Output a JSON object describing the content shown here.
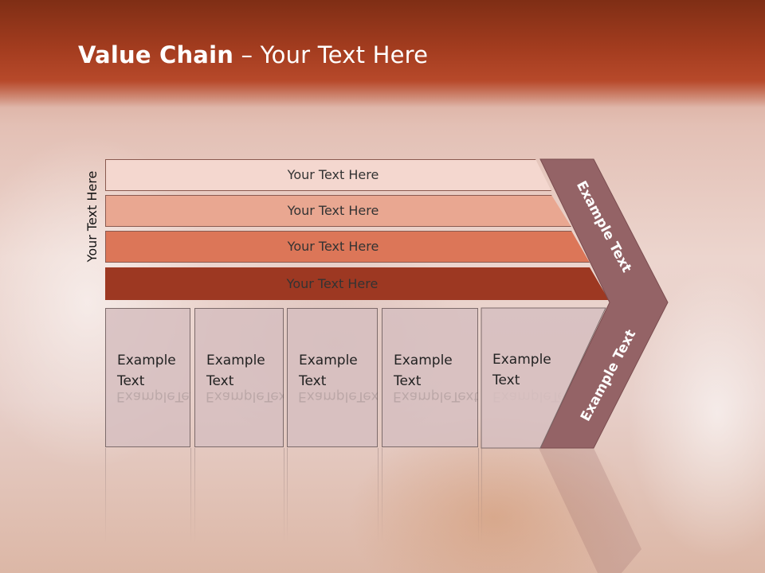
{
  "slide": {
    "title_bold": "Value Chain",
    "title_rest": " – Your Text Here",
    "side_label": "Your Text Here"
  },
  "bars": [
    {
      "label": "Your Text Here"
    },
    {
      "label": "Your Text Here"
    },
    {
      "label": "Your Text Here"
    },
    {
      "label": "Your Text Here"
    }
  ],
  "boxes": [
    {
      "line1": "Example",
      "line2": "Text"
    },
    {
      "line1": "Example",
      "line2": "Text"
    },
    {
      "line1": "Example",
      "line2": "Text"
    },
    {
      "line1": "Example",
      "line2": "Text"
    },
    {
      "line1": "Example",
      "line2": "Text"
    }
  ],
  "chevron": {
    "upper_label": "Example Text",
    "lower_label": "Example Text"
  },
  "colors": {
    "header": "#a33c1f",
    "bar1": "#f4d7cf",
    "bar2": "#e9a791",
    "bar3": "#dc7658",
    "bar4": "#9d3822",
    "chevron": "#946366",
    "box": "#d6bebf"
  }
}
